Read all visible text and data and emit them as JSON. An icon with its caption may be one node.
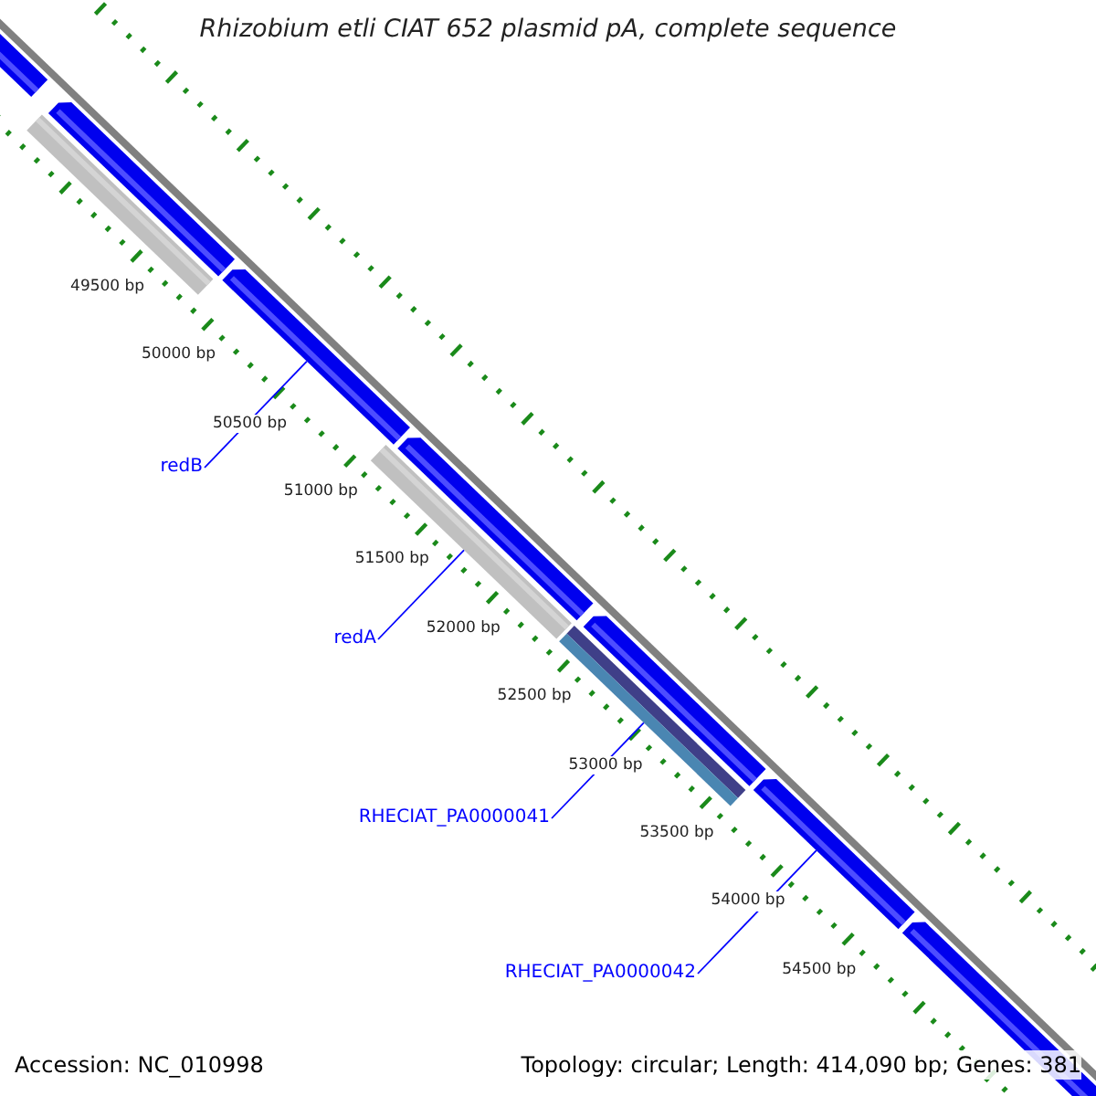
{
  "diagram": {
    "title": "Rhizobium etli CIAT 652 plasmid pA, complete sequence",
    "nodes": [
      {
        "text": [
          "redB"
        ]
      },
      {
        "text": [
          "redA"
        ]
      },
      {
        "text": [
          "RHECIAT_PA0000041"
        ]
      },
      {
        "text": [
          "RHECIAT_PA0000042"
        ]
      },
      {
        "text": [],
        "shape": "bar"
      },
      {
        "text": [],
        "shape": "bar"
      },
      {
        "text": [],
        "shape": "bar"
      },
      {
        "text": [],
        "shape": "bar"
      },
      {
        "text": [],
        "shape": "bar"
      },
      {
        "text": [],
        "shape": "bar"
      },
      {
        "text": [],
        "shape": "bar"
      },
      {
        "text": [],
        "shape": "bar"
      },
      {
        "text": [],
        "shape": "bar"
      },
      {
        "text": [],
        "shape": "bar"
      },
      {
        "text": [],
        "shape": "bar"
      }
    ],
    "edges": [
      {
        "from": 0,
        "to": 7,
        "arrow": "none"
      },
      {
        "from": 1,
        "to": 8,
        "arrow": "none"
      },
      {
        "from": 2,
        "to": 11,
        "arrow": "none"
      },
      {
        "from": 3,
        "to": 13,
        "arrow": "none"
      }
    ],
    "labels": [
      "49500 bp",
      "50000 bp",
      "50500 bp",
      "51000 bp",
      "51500 bp",
      "52000 bp",
      "52500 bp",
      "53000 bp",
      "53500 bp",
      "54000 bp",
      "54500 bp",
      "Accession: NC_010998",
      "Topology: circular; Length: 414,090 bp; Genes: 381"
    ]
  }
}
